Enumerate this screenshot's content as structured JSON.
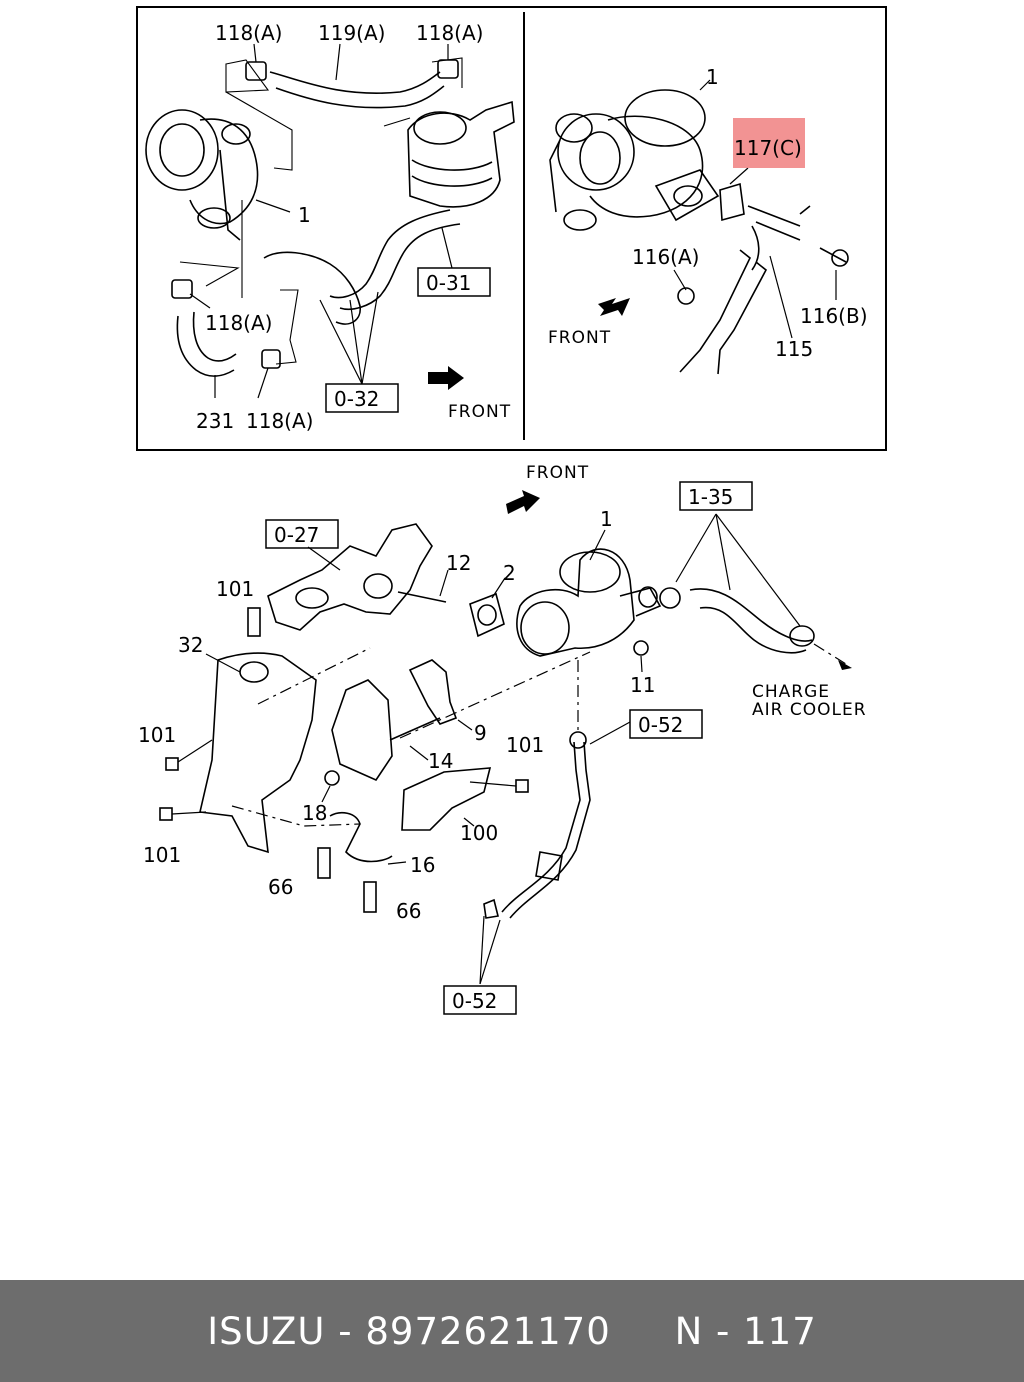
{
  "diagram": {
    "labels": {
      "p118a_top1": "118(A)",
      "p119a": "119(A)",
      "p118a_top2": "118(A)",
      "p1_inset_left": "1",
      "p031": "0-31",
      "p118a_mid": "118(A)",
      "p032": "0-32",
      "p231": "231",
      "p118a_bottom": "118(A)",
      "front_inset_left": "FRONT",
      "p1_inset_right": "1",
      "p117c": "117(C)",
      "p116a": "116(A)",
      "front_inset_right": "FRONT",
      "p116b": "116(B)",
      "p115": "115",
      "front_main": "FRONT",
      "p135": "1-35",
      "p1_main": "1",
      "p027": "0-27",
      "p12": "12",
      "p2": "2",
      "p101_a": "101",
      "p32": "32",
      "p11": "11",
      "charge_line1": "CHARGE",
      "charge_line2": "AIR COOLER",
      "p9": "9",
      "p052_a": "0-52",
      "p101_b": "101",
      "p14": "14",
      "p101_c": "101",
      "p18": "18",
      "p100": "100",
      "p101_d": "101",
      "p16": "16",
      "p66_a": "66",
      "p66_b": "66",
      "p052_b": "0-52"
    },
    "highlight_color": "#f08080"
  },
  "footer": {
    "brand": "ISUZU",
    "separator1": " - ",
    "part_number": "8972621170",
    "gap": "     ",
    "page_ref": "N - 117"
  }
}
